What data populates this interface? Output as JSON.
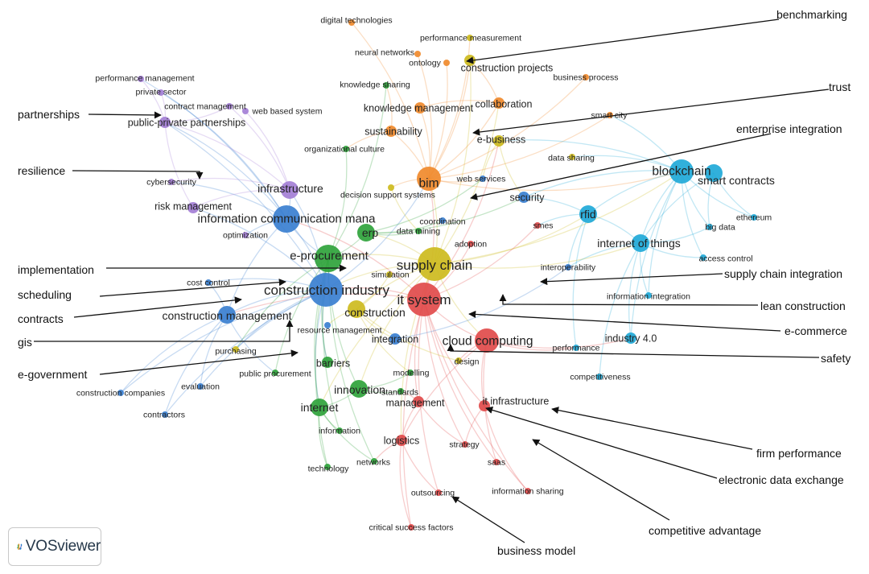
{
  "branding": {
    "app_name": "VOSviewer"
  },
  "clusters": {
    "purple": "#a47fd6",
    "orange": "#f08a2c",
    "green": "#2fa33b",
    "blue": "#3a7fd0",
    "red": "#e14b4b",
    "yellow": "#cdbb1e",
    "cyan": "#1fa9d8"
  },
  "nodes": [
    {
      "label": "digital technologies",
      "cluster": "orange",
      "weight": 1
    },
    {
      "label": "performance measurement",
      "cluster": "yellow",
      "weight": 1
    },
    {
      "label": "neural networks",
      "cluster": "orange",
      "weight": 1
    },
    {
      "label": "ontology",
      "cluster": "orange",
      "weight": 1
    },
    {
      "label": "construction projects",
      "cluster": "yellow",
      "weight": 2
    },
    {
      "label": "business process",
      "cluster": "orange",
      "weight": 1
    },
    {
      "label": "performance management",
      "cluster": "purple",
      "weight": 1
    },
    {
      "label": "private sector",
      "cluster": "purple",
      "weight": 1
    },
    {
      "label": "contract management",
      "cluster": "purple",
      "weight": 1
    },
    {
      "label": "web based system",
      "cluster": "purple",
      "weight": 1
    },
    {
      "label": "public-private partnerships",
      "cluster": "purple",
      "weight": 2
    },
    {
      "label": "knowledge sharing",
      "cluster": "green",
      "weight": 1
    },
    {
      "label": "knowledge management",
      "cluster": "orange",
      "weight": 2
    },
    {
      "label": "collaboration",
      "cluster": "orange",
      "weight": 2
    },
    {
      "label": "smart city",
      "cluster": "orange",
      "weight": 1
    },
    {
      "label": "sustainability",
      "cluster": "orange",
      "weight": 2
    },
    {
      "label": "e-business",
      "cluster": "yellow",
      "weight": 2
    },
    {
      "label": "organizational culture",
      "cluster": "green",
      "weight": 1
    },
    {
      "label": "data sharing",
      "cluster": "yellow",
      "weight": 1
    },
    {
      "label": "cybersecurity",
      "cluster": "purple",
      "weight": 1
    },
    {
      "label": "bim",
      "cluster": "orange",
      "weight": 4
    },
    {
      "label": "web services",
      "cluster": "blue",
      "weight": 1
    },
    {
      "label": "blockchain",
      "cluster": "cyan",
      "weight": 4
    },
    {
      "label": "smart contracts",
      "cluster": "cyan",
      "weight": 3
    },
    {
      "label": "infrastructure",
      "cluster": "purple",
      "weight": 3
    },
    {
      "label": "decision support systems",
      "cluster": "yellow",
      "weight": 1
    },
    {
      "label": "security",
      "cluster": "blue",
      "weight": 2
    },
    {
      "label": "risk management",
      "cluster": "purple",
      "weight": 2
    },
    {
      "label": "information communication mana",
      "cluster": "blue",
      "weight": 5
    },
    {
      "label": "coordination",
      "cluster": "blue",
      "weight": 1
    },
    {
      "label": "smes",
      "cluster": "red",
      "weight": 1
    },
    {
      "label": "rfid",
      "cluster": "cyan",
      "weight": 3
    },
    {
      "label": "ethereum",
      "cluster": "cyan",
      "weight": 1
    },
    {
      "label": "big data",
      "cluster": "cyan",
      "weight": 1
    },
    {
      "label": "erp",
      "cluster": "green",
      "weight": 3
    },
    {
      "label": "data mining",
      "cluster": "green",
      "weight": 1
    },
    {
      "label": "optimization",
      "cluster": "purple",
      "weight": 1
    },
    {
      "label": "adoption",
      "cluster": "red",
      "weight": 1
    },
    {
      "label": "internet of things",
      "cluster": "cyan",
      "weight": 3
    },
    {
      "label": "e-procurement",
      "cluster": "green",
      "weight": 5
    },
    {
      "label": "access control",
      "cluster": "cyan",
      "weight": 1
    },
    {
      "label": "supply chain",
      "cluster": "yellow",
      "weight": 6
    },
    {
      "label": "simulation",
      "cluster": "yellow",
      "weight": 1
    },
    {
      "label": "interoperability",
      "cluster": "blue",
      "weight": 1
    },
    {
      "label": "cost control",
      "cluster": "blue",
      "weight": 1
    },
    {
      "label": "construction industry",
      "cluster": "blue",
      "weight": 6
    },
    {
      "label": "it system",
      "cluster": "red",
      "weight": 6
    },
    {
      "label": "information integration",
      "cluster": "cyan",
      "weight": 1
    },
    {
      "label": "construction management",
      "cluster": "blue",
      "weight": 3
    },
    {
      "label": "construction",
      "cluster": "yellow",
      "weight": 3
    },
    {
      "label": "resource management",
      "cluster": "blue",
      "weight": 1
    },
    {
      "label": "industry 4.0",
      "cluster": "cyan",
      "weight": 2
    },
    {
      "label": "integration",
      "cluster": "blue",
      "weight": 2
    },
    {
      "label": "cloud computing",
      "cluster": "red",
      "weight": 4
    },
    {
      "label": "performance",
      "cluster": "cyan",
      "weight": 1
    },
    {
      "label": "purchasing",
      "cluster": "yellow",
      "weight": 1
    },
    {
      "label": "design",
      "cluster": "yellow",
      "weight": 1
    },
    {
      "label": "barriers",
      "cluster": "green",
      "weight": 2
    },
    {
      "label": "public procurement",
      "cluster": "green",
      "weight": 1
    },
    {
      "label": "modelling",
      "cluster": "green",
      "weight": 1
    },
    {
      "label": "competitiveness",
      "cluster": "cyan",
      "weight": 1
    },
    {
      "label": "construction companies",
      "cluster": "blue",
      "weight": 1
    },
    {
      "label": "evaluation",
      "cluster": "blue",
      "weight": 1
    },
    {
      "label": "innovation",
      "cluster": "green",
      "weight": 3
    },
    {
      "label": "standards",
      "cluster": "green",
      "weight": 1
    },
    {
      "label": "management",
      "cluster": "red",
      "weight": 2
    },
    {
      "label": "it infrastructure",
      "cluster": "red",
      "weight": 2
    },
    {
      "label": "internet",
      "cluster": "green",
      "weight": 3
    },
    {
      "label": "contractors",
      "cluster": "blue",
      "weight": 1
    },
    {
      "label": "information",
      "cluster": "green",
      "weight": 1
    },
    {
      "label": "logistics",
      "cluster": "red",
      "weight": 2
    },
    {
      "label": "strategy",
      "cluster": "red",
      "weight": 1
    },
    {
      "label": "networks",
      "cluster": "green",
      "weight": 1
    },
    {
      "label": "saas",
      "cluster": "red",
      "weight": 1
    },
    {
      "label": "technology",
      "cluster": "green",
      "weight": 1
    },
    {
      "label": "outsourcing",
      "cluster": "red",
      "weight": 1
    },
    {
      "label": "information sharing",
      "cluster": "red",
      "weight": 1
    },
    {
      "label": "critical success factors",
      "cluster": "red",
      "weight": 1
    }
  ],
  "annotations": [
    {
      "label": "benchmarking"
    },
    {
      "label": "trust"
    },
    {
      "label": "enterprise integration"
    },
    {
      "label": "partnerships"
    },
    {
      "label": "resilience"
    },
    {
      "label": "implementation"
    },
    {
      "label": "scheduling"
    },
    {
      "label": "contracts"
    },
    {
      "label": "gis"
    },
    {
      "label": "e-government"
    },
    {
      "label": "supply chain integration"
    },
    {
      "label": "lean construction"
    },
    {
      "label": "e-commerce"
    },
    {
      "label": "safety"
    },
    {
      "label": "firm performance"
    },
    {
      "label": "electronic data exchange"
    },
    {
      "label": "competitive advantage"
    },
    {
      "label": "business model"
    }
  ]
}
